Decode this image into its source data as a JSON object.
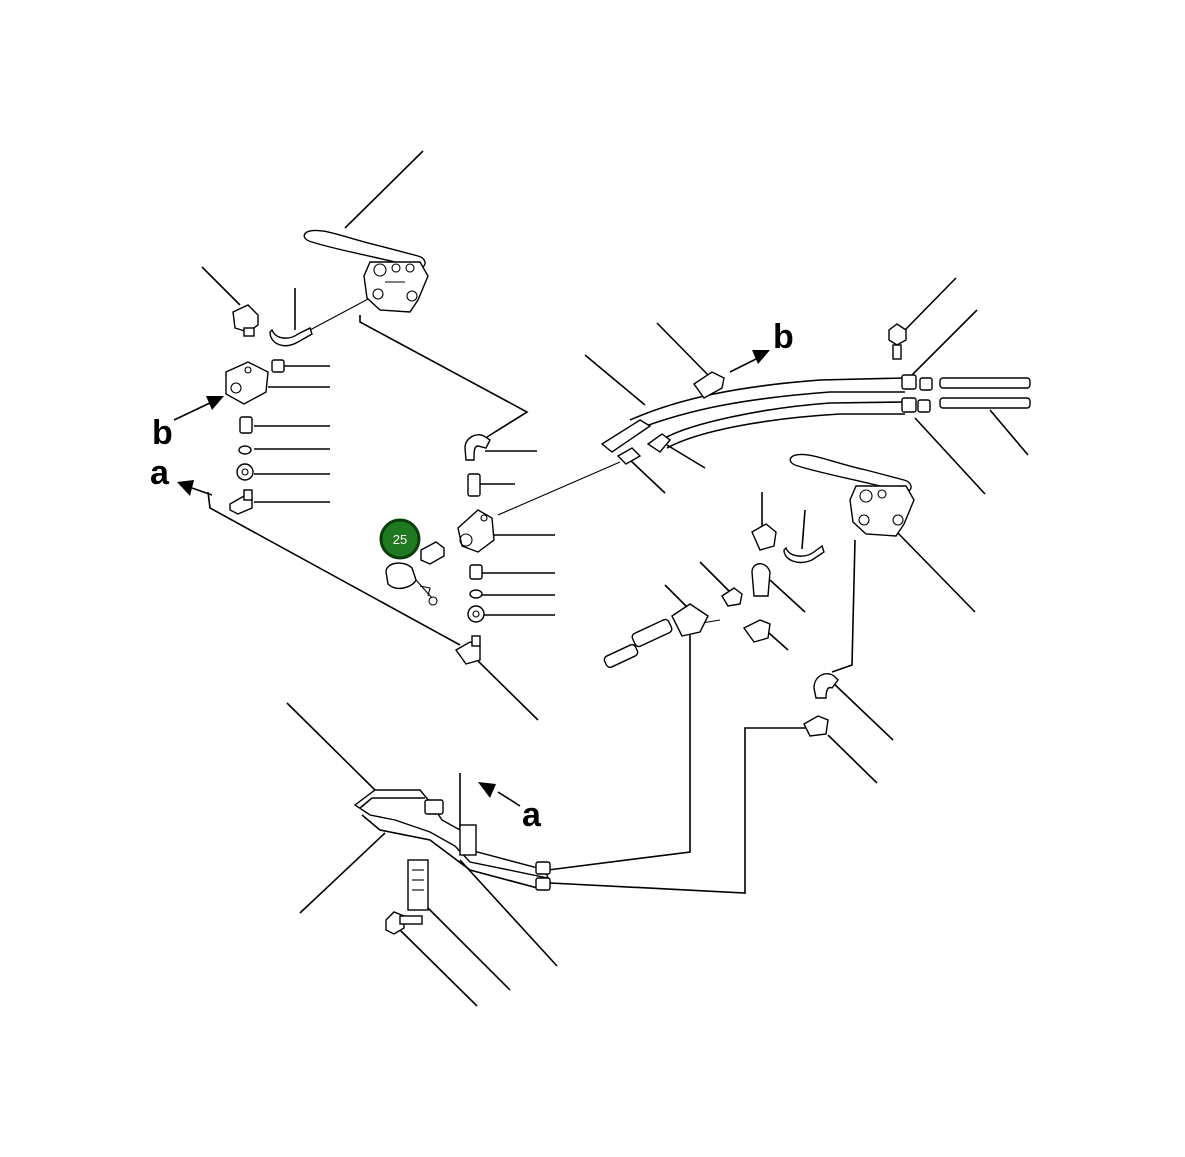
{
  "diagram": {
    "labels": {
      "b_left": "b",
      "a_left": "a",
      "b_right": "b",
      "a_bottom": "a"
    },
    "callout": {
      "number": "25",
      "fill": "#1f7a1f",
      "ring": "#0b3d0b"
    }
  }
}
